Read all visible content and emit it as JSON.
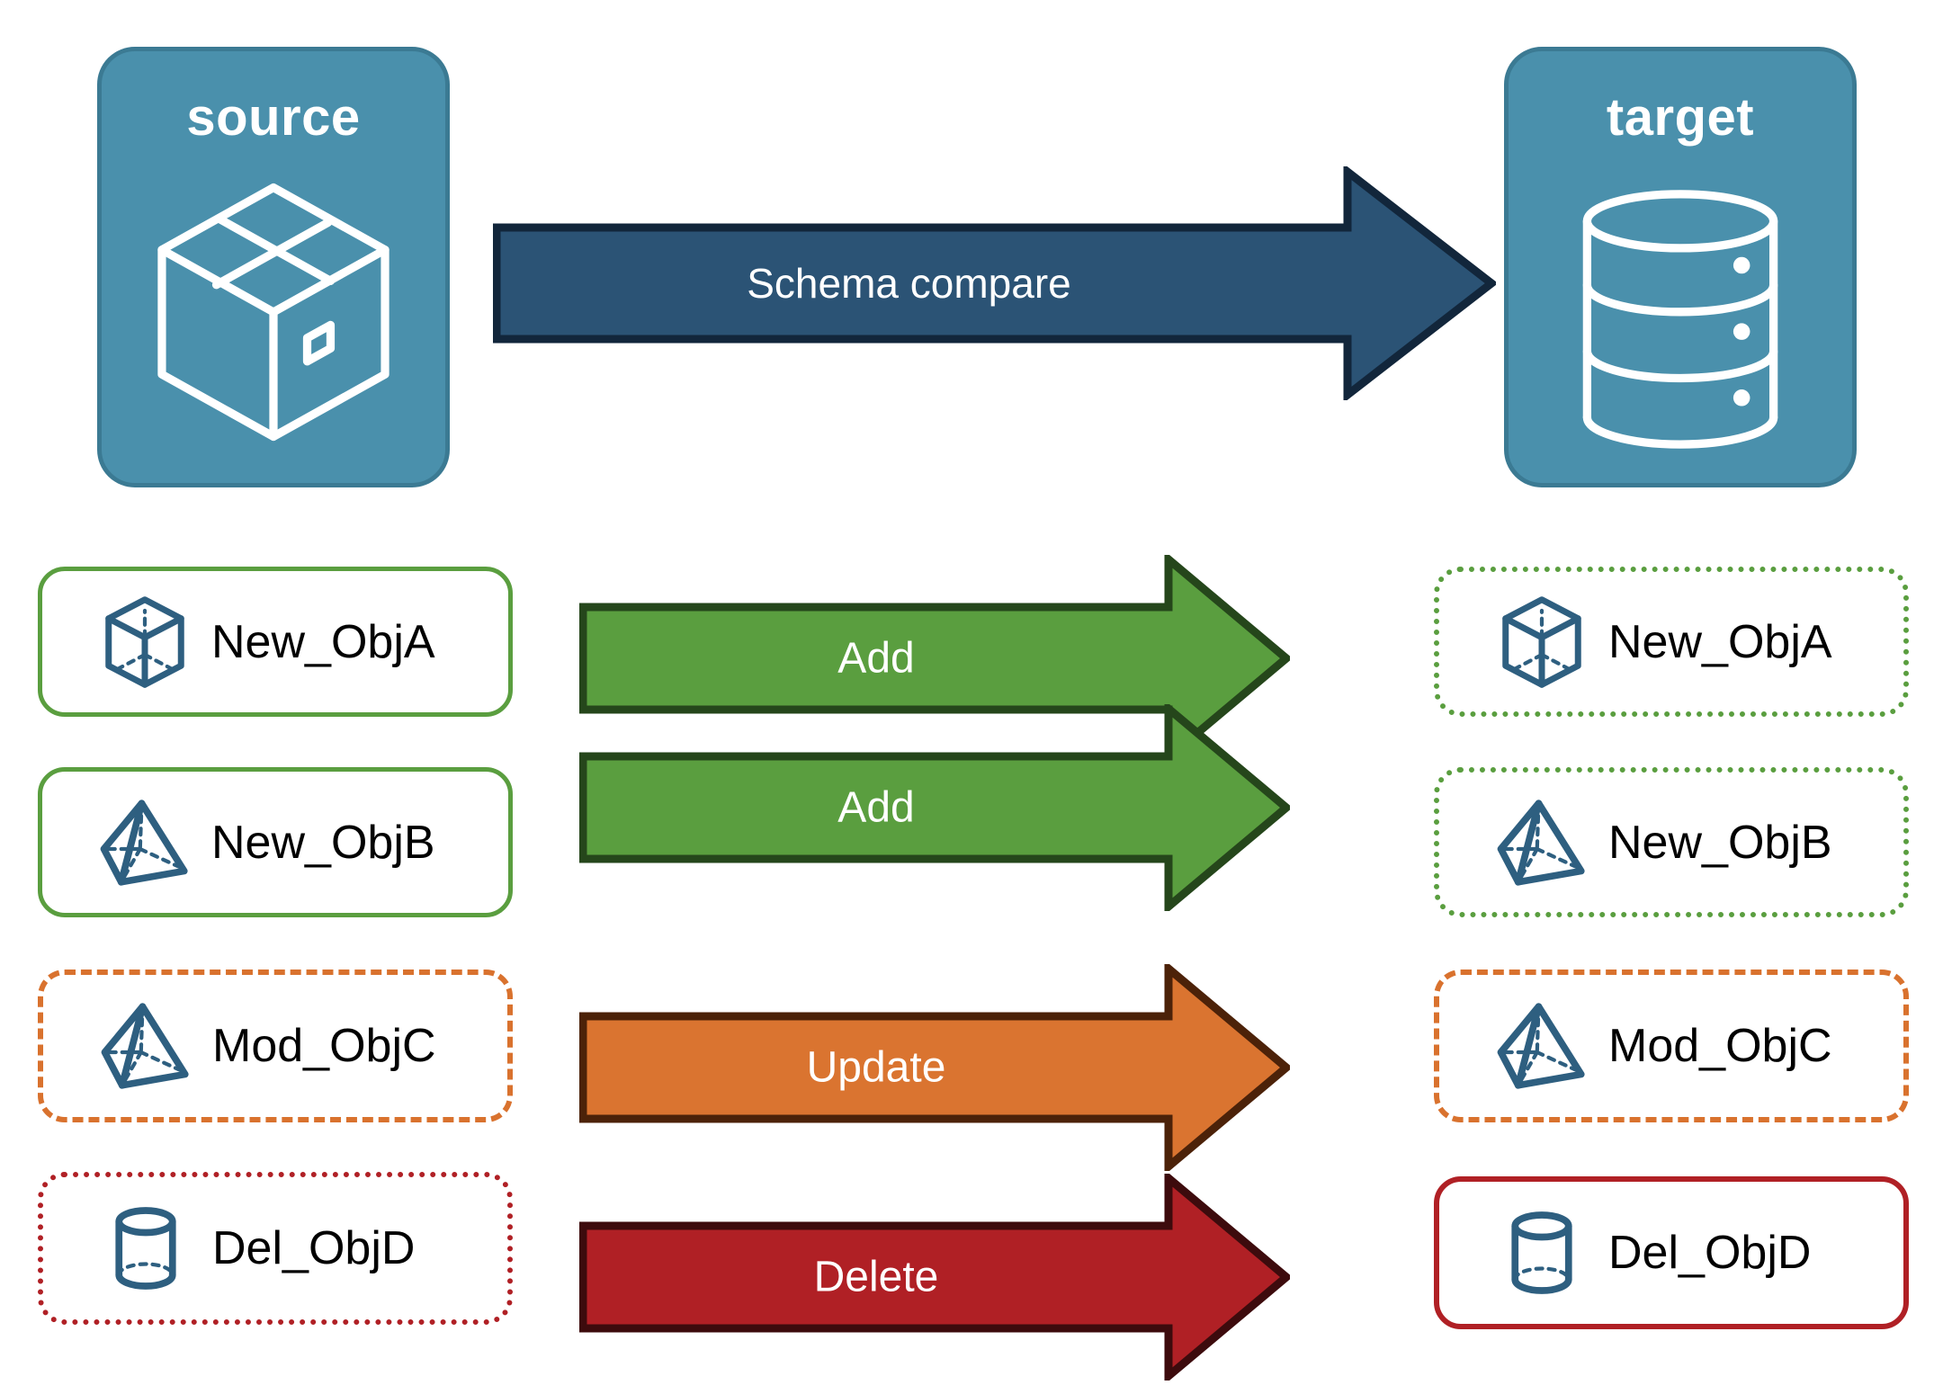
{
  "diagram": {
    "title": "Schema compare between source and target",
    "background": "#ffffff"
  },
  "endpoints": {
    "source": {
      "label": "source",
      "icon": "package-box-icon",
      "fill": "#4a90ac",
      "border": "#3b7a93"
    },
    "target": {
      "label": "target",
      "icon": "database-cylinder-icon",
      "fill": "#4a90ac",
      "border": "#3b7a93"
    }
  },
  "main_arrow": {
    "label": "Schema compare",
    "fill": "#2b5375",
    "stroke": "#12263b"
  },
  "colors": {
    "add": "#5a9e3f",
    "add_stroke": "#25461b",
    "update": "#da7430",
    "update_stroke": "#4c2209",
    "delete": "#b02025",
    "delete_stroke": "#3d0b0d",
    "object_icon": "#2e5f80",
    "text_dark": "#000000",
    "text_light": "#ffffff"
  },
  "rows": [
    {
      "action": "Add",
      "arrow_fill": "#5a9e3f",
      "arrow_stroke": "#25461b",
      "source": {
        "label": "New_ObjA",
        "icon": "wireframe-cube-icon",
        "border_style": "solid",
        "border_color": "#5a9e3f"
      },
      "target": {
        "label": "New_ObjA",
        "icon": "wireframe-cube-icon",
        "border_style": "dotted",
        "border_color": "#5a9e3f"
      }
    },
    {
      "action": "Add",
      "arrow_fill": "#5a9e3f",
      "arrow_stroke": "#25461b",
      "source": {
        "label": "New_ObjB",
        "icon": "wireframe-pyramid-icon",
        "border_style": "solid",
        "border_color": "#5a9e3f"
      },
      "target": {
        "label": "New_ObjB",
        "icon": "wireframe-pyramid-icon",
        "border_style": "dotted",
        "border_color": "#5a9e3f"
      }
    },
    {
      "action": "Update",
      "arrow_fill": "#da7430",
      "arrow_stroke": "#4c2209",
      "source": {
        "label": "Mod_ObjC",
        "icon": "wireframe-pyramid-icon",
        "border_style": "dashed",
        "border_color": "#d9722e"
      },
      "target": {
        "label": "Mod_ObjC",
        "icon": "wireframe-pyramid-icon",
        "border_style": "dashed",
        "border_color": "#d9722e"
      }
    },
    {
      "action": "Delete",
      "arrow_fill": "#b02025",
      "arrow_stroke": "#3d0b0d",
      "source": {
        "label": "Del_ObjD",
        "icon": "wireframe-cylinder-icon",
        "border_style": "dotted",
        "border_color": "#b02025"
      },
      "target": {
        "label": "Del_ObjD",
        "icon": "wireframe-cylinder-icon",
        "border_style": "solid",
        "border_color": "#b02025"
      }
    }
  ]
}
